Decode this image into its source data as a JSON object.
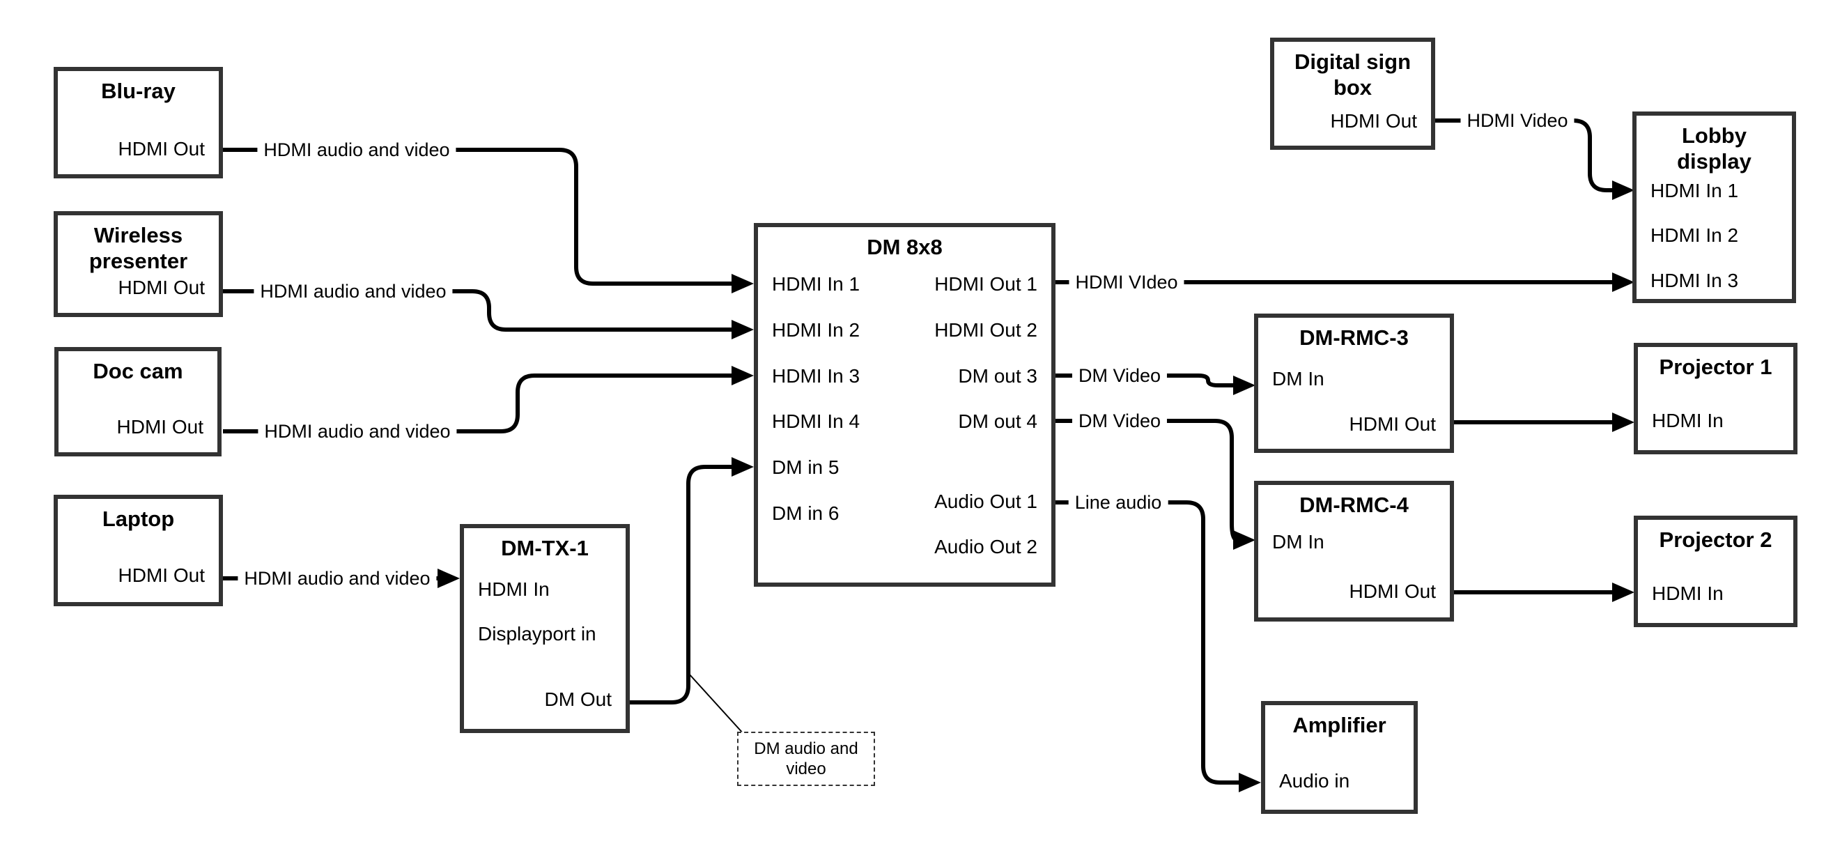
{
  "nodes": {
    "blu_ray": {
      "title": [
        "Blu-ray"
      ],
      "ports": [
        "HDMI Out"
      ]
    },
    "wireless_presenter": {
      "title": [
        "Wireless",
        "presenter"
      ],
      "ports": [
        "HDMI Out"
      ]
    },
    "doc_cam": {
      "title": [
        "Doc cam"
      ],
      "ports": [
        "HDMI Out"
      ]
    },
    "laptop": {
      "title": [
        "Laptop"
      ],
      "ports": [
        "HDMI Out"
      ]
    },
    "dm_tx_1": {
      "title": [
        "DM-TX-1"
      ],
      "ports": [
        "HDMI In",
        "Displayport in",
        "DM Out"
      ]
    },
    "dm_8x8": {
      "title": [
        "DM 8x8"
      ],
      "ports_left": [
        "HDMI In 1",
        "HDMI In 2",
        "HDMI In 3",
        "HDMI In 4",
        "DM in 5",
        "DM in 6"
      ],
      "ports_right": [
        "HDMI Out 1",
        "HDMI Out 2",
        "DM out 3",
        "DM out 4",
        "Audio Out 1",
        "Audio Out 2"
      ]
    },
    "digital_sign_box": {
      "title": [
        "Digital sign",
        "box"
      ],
      "ports": [
        "HDMI Out"
      ]
    },
    "lobby_display": {
      "title": [
        "Lobby",
        "display"
      ],
      "ports": [
        "HDMI In 1",
        "HDMI In 2",
        "HDMI In 3"
      ]
    },
    "dm_rmc_3": {
      "title": [
        "DM-RMC-3"
      ],
      "ports": [
        "DM In",
        "HDMI Out"
      ]
    },
    "projector_1": {
      "title": [
        "Projector 1"
      ],
      "ports": [
        "HDMI In"
      ]
    },
    "dm_rmc_4": {
      "title": [
        "DM-RMC-4"
      ],
      "ports": [
        "DM In",
        "HDMI Out"
      ]
    },
    "projector_2": {
      "title": [
        "Projector 2"
      ],
      "ports": [
        "HDMI In"
      ]
    },
    "amplifier": {
      "title": [
        "Amplifier"
      ],
      "ports": [
        "Audio in"
      ]
    }
  },
  "connections": [
    {
      "from": "Blu-ray HDMI Out",
      "to": "DM 8x8 HDMI In 1",
      "label": "HDMI audio and video"
    },
    {
      "from": "Wireless presenter HDMI Out",
      "to": "DM 8x8 HDMI In 2",
      "label": "HDMI audio and video"
    },
    {
      "from": "Doc cam HDMI Out",
      "to": "DM 8x8 HDMI In 3",
      "label": "HDMI audio and video"
    },
    {
      "from": "Laptop HDMI Out",
      "to": "DM-TX-1 HDMI In",
      "label": "HDMI audio and video"
    },
    {
      "from": "DM-TX-1 DM Out",
      "to": "DM 8x8 DM in 5",
      "label": ""
    },
    {
      "from": "DM 8x8 HDMI Out 1",
      "to": "Lobby display HDMI In 3",
      "label": "HDMI VIdeo"
    },
    {
      "from": "Digital sign box HDMI Out",
      "to": "Lobby display HDMI In 1",
      "label": "HDMI Video"
    },
    {
      "from": "DM 8x8 DM out 3",
      "to": "DM-RMC-3 DM In",
      "label": "DM Video"
    },
    {
      "from": "DM 8x8 DM out 4",
      "to": "DM-RMC-4 DM In",
      "label": "DM Video"
    },
    {
      "from": "DM 8x8 Audio Out 1",
      "to": "Amplifier Audio in",
      "label": "Line audio"
    },
    {
      "from": "DM-RMC-3 HDMI Out",
      "to": "Projector 1 HDMI In",
      "label": ""
    },
    {
      "from": "DM-RMC-4 HDMI Out",
      "to": "Projector 2 HDMI In",
      "label": ""
    }
  ],
  "callout": {
    "text": "DM audio and video"
  },
  "colors": {
    "background": "#ffffff",
    "box_border": "#333333",
    "wire": "#000000",
    "text": "#000000"
  }
}
